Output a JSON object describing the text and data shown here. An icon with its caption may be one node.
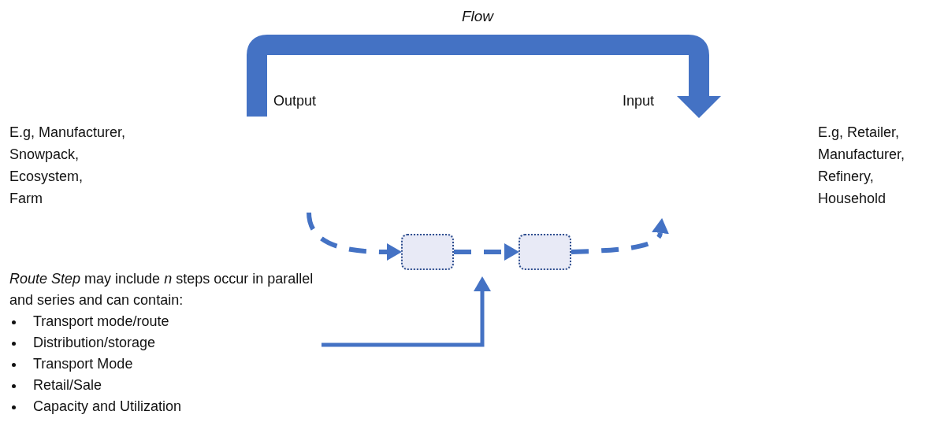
{
  "diagram": {
    "nodes": [
      {
        "text": [
          "Output"
        ]
      },
      {
        "text": [
          "Input"
        ]
      },
      {
        "text": [
          "E.g, Manufacturer,",
          "Snowpack,",
          "Ecosystem,",
          "Farm"
        ]
      },
      {
        "text": [
          "E.g, Retailer,",
          "Manufacturer,",
          "Refinery,",
          "Household"
        ]
      },
      {
        "text": [],
        "shape": "box"
      },
      {
        "text": [],
        "shape": "box"
      },
      {
        "text": [
          "*Route Step* may include *n* steps occur in parallel and series and can contain:",
          "Transport mode/route",
          "Distribution/storage",
          "Transport Mode",
          "Retail/Sale",
          "Capacity and Utilization"
        ]
      }
    ],
    "edges": [
      {
        "from": 0,
        "to": 1,
        "arrow": "to",
        "label": "Flow",
        "style": "thick"
      },
      {
        "from": null,
        "to": 4,
        "arrow": "to",
        "style": "dashed"
      },
      {
        "from": 4,
        "to": 5,
        "arrow": "to",
        "style": "dashed"
      },
      {
        "from": 5,
        "to": null,
        "arrow": "to",
        "style": "dashed"
      },
      {
        "from": 6,
        "to": null,
        "arrow": "to"
      }
    ]
  }
}
